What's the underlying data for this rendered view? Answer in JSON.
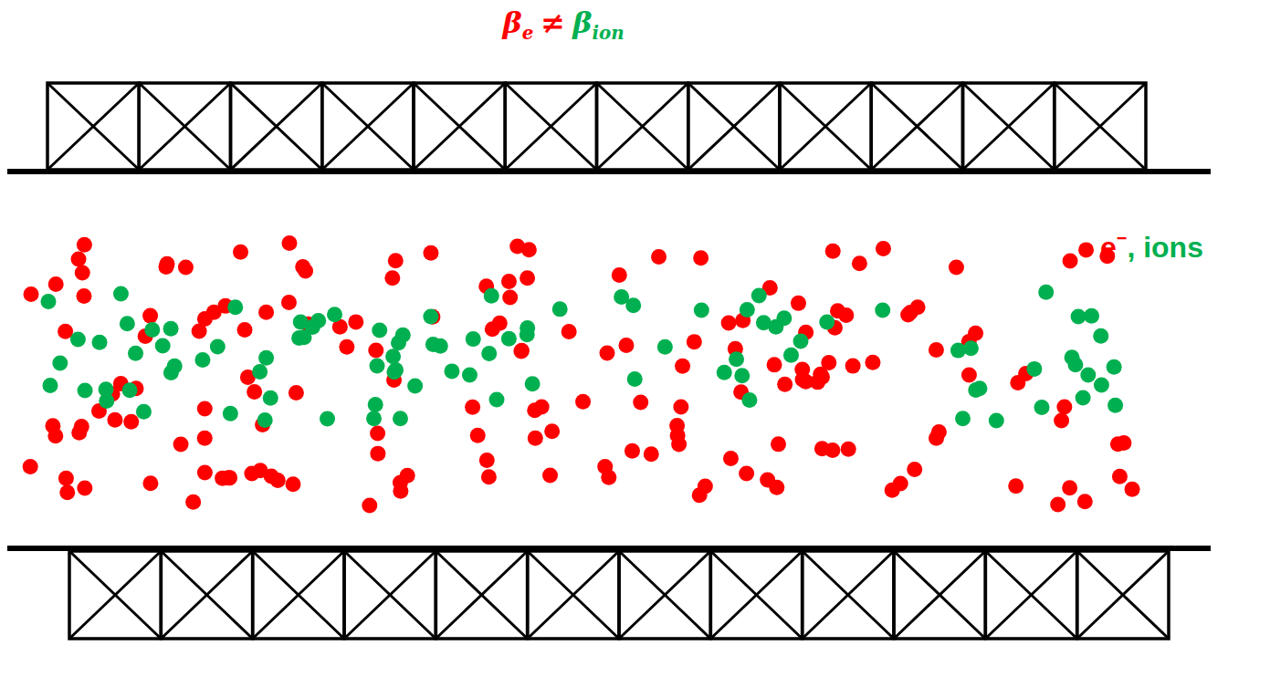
{
  "diagram": {
    "labels": [
      "β",
      "e",
      "≠",
      "β",
      "ion",
      "e",
      "−",
      ", ions"
    ]
  }
}
